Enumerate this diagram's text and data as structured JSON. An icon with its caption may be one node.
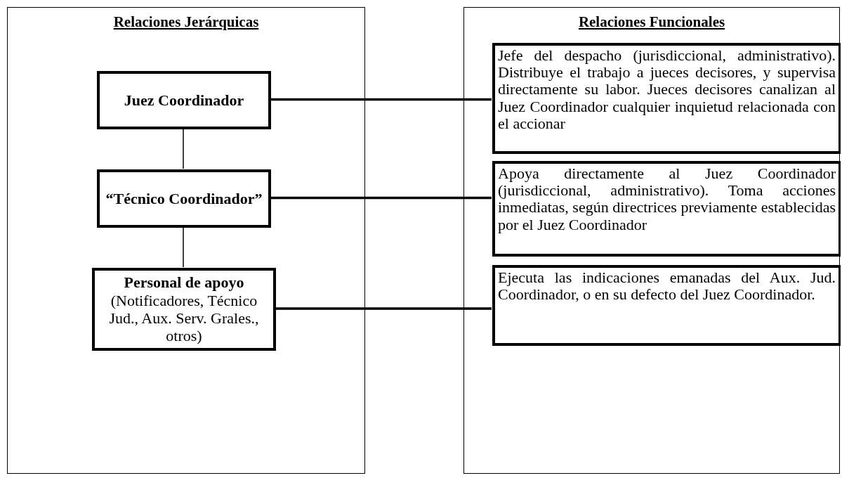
{
  "diagram": {
    "nodes": [
      {
        "text": [
          "Relaciones Jerárquicas"
        ]
      },
      {
        "text": [
          "Juez Coordinador"
        ],
        "in": 0
      },
      {
        "text": [
          "“Técnico Coordinador”"
        ],
        "in": 0
      },
      {
        "text": [
          "Personal de apoyo",
          "(Notificadores, Técnico Jud., Aux. Serv. Grales., otros)"
        ],
        "in": 0
      },
      {
        "text": [
          "Relaciones Funcionales"
        ]
      },
      {
        "text": [
          "Jefe del despacho (jurisdiccional, administrativo). Distribuye el trabajo a jueces decisores, y supervisa directamente su labor. Jueces decisores canalizan al Juez Coordinador cualquier inquietud relacionada con el accionar"
        ],
        "in": 4
      },
      {
        "text": [
          "Apoya directamente al Juez Coordinador (jurisdiccional, administrativo). Toma acciones inmediatas, según directrices previamente establecidas por el Juez Coordinador"
        ],
        "in": 4
      },
      {
        "text": [
          "Ejecuta las indicaciones emanadas del Aux. Jud. Coordinador, o en su defecto del Juez Coordinador."
        ],
        "in": 4
      }
    ],
    "edges": [
      {
        "from": 1,
        "to": 2,
        "arrow": "none"
      },
      {
        "from": 2,
        "to": 3,
        "arrow": "none"
      },
      {
        "from": 1,
        "to": 5,
        "arrow": "none"
      },
      {
        "from": 2,
        "to": 6,
        "arrow": "none"
      },
      {
        "from": 3,
        "to": 7,
        "arrow": "none"
      }
    ]
  }
}
